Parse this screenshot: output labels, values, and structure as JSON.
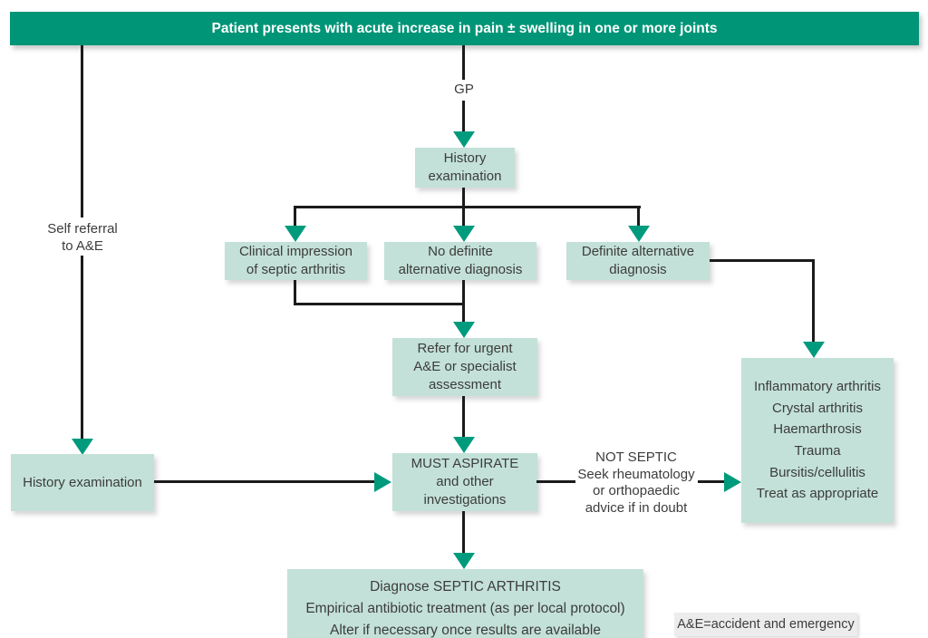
{
  "banner": {
    "text": "Patient presents with acute increase in pain ± swelling in one or more joints"
  },
  "labels": {
    "gp": "GP",
    "self_referral": "Self referral\nto A&E",
    "not_septic": "NOT SEPTIC\nSeek rheumatology\nor orthopaedic\nadvice if in doubt",
    "legend": "A&E=accident and emergency"
  },
  "nodes": {
    "history_examination_gp": "History\nexamination",
    "clinical_impression": "Clinical impression\nof septic arthritis",
    "no_definite_alternative": "No definite\nalternative diagnosis",
    "definite_alternative": "Definite alternative\ndiagnosis",
    "refer_urgent": "Refer for urgent\nA&E or specialist\nassessment",
    "must_aspirate": "MUST ASPIRATE\nand other\ninvestigations",
    "history_examination_ae": "History examination",
    "alternative_diagnoses": [
      "Inflammatory arthritis",
      "Crystal arthritis",
      "Haemarthrosis",
      "Trauma",
      "Bursitis/cellulitis",
      "Treat as appropriate"
    ],
    "diagnose_lines": [
      "Diagnose SEPTIC ARTHRITIS",
      "Empirical antibiotic treatment (as per local protocol)",
      "Alter if necessary once results are available"
    ]
  },
  "colors": {
    "banner": "#009577",
    "node_fill": "#c3e1d8",
    "arrow": "#009b7d",
    "line": "#1b1b1b",
    "text": "#3c3c3c"
  }
}
